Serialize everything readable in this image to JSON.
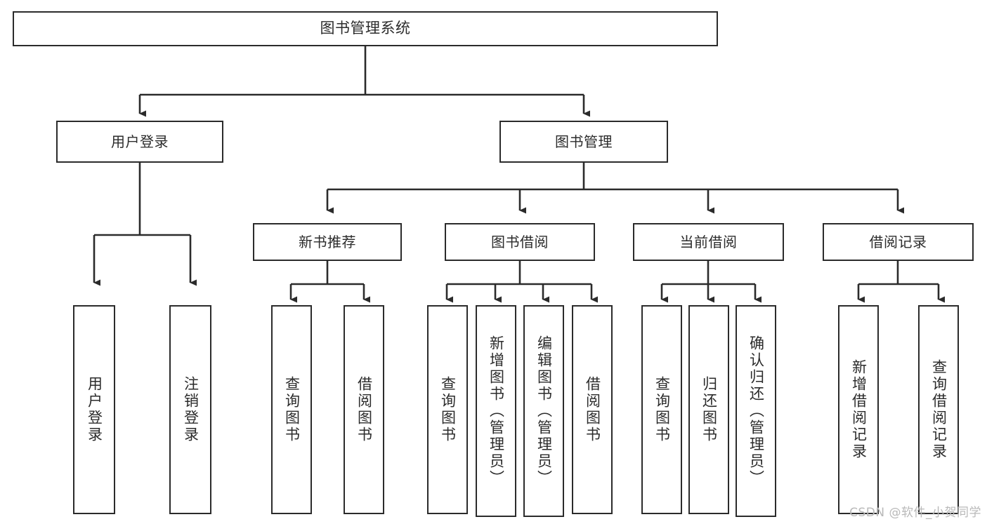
{
  "diagram": {
    "type": "tree-hierarchy",
    "title": "图书管理系统",
    "orientation": "top-down",
    "colors": {
      "background": "#ffffff",
      "box_border": "#2b2b2b",
      "box_fill": "#ffffff",
      "text": "#2b2b2b",
      "connector": "#2b2b2b",
      "watermark": "#b9b9b9"
    },
    "watermark": "CSDN @软件_小贺同学",
    "nodes": {
      "root": {
        "label": "图书管理系统",
        "level": 1
      },
      "level2": [
        {
          "id": "user-login",
          "label": "用户登录"
        },
        {
          "id": "book-management",
          "label": "图书管理"
        }
      ],
      "level3": [
        {
          "id": "new-book-recommend",
          "label": "新书推荐",
          "parent": "book-management"
        },
        {
          "id": "book-borrow",
          "label": "图书借阅",
          "parent": "book-management"
        },
        {
          "id": "current-borrow",
          "label": "当前借阅",
          "parent": "book-management"
        },
        {
          "id": "borrow-record",
          "label": "借阅记录",
          "parent": "book-management"
        }
      ],
      "leaves": [
        {
          "id": "leaf-user-login",
          "label": "用户登录",
          "parent": "user-login"
        },
        {
          "id": "leaf-logout-login",
          "label": "注销登录",
          "parent": "user-login"
        },
        {
          "id": "leaf-query-book-1",
          "label": "查询图书",
          "parent": "new-book-recommend"
        },
        {
          "id": "leaf-borrow-book-1",
          "label": "借阅图书",
          "parent": "new-book-recommend"
        },
        {
          "id": "leaf-query-book-2",
          "label": "查询图书",
          "parent": "book-borrow"
        },
        {
          "id": "leaf-add-book",
          "label": "新增图书（管理员）",
          "parent": "book-borrow"
        },
        {
          "id": "leaf-edit-book",
          "label": "编辑图书（管理员）",
          "parent": "book-borrow"
        },
        {
          "id": "leaf-borrow-book-2",
          "label": "借阅图书",
          "parent": "book-borrow"
        },
        {
          "id": "leaf-query-book-3",
          "label": "查询图书",
          "parent": "current-borrow"
        },
        {
          "id": "leaf-return-book",
          "label": "归还图书",
          "parent": "current-borrow"
        },
        {
          "id": "leaf-confirm-return",
          "label": "确认归还（管理员）",
          "parent": "current-borrow"
        },
        {
          "id": "leaf-add-record",
          "label": "新增借阅记录",
          "parent": "borrow-record"
        },
        {
          "id": "leaf-query-record",
          "label": "查询借阅记录",
          "parent": "borrow-record"
        }
      ]
    }
  }
}
